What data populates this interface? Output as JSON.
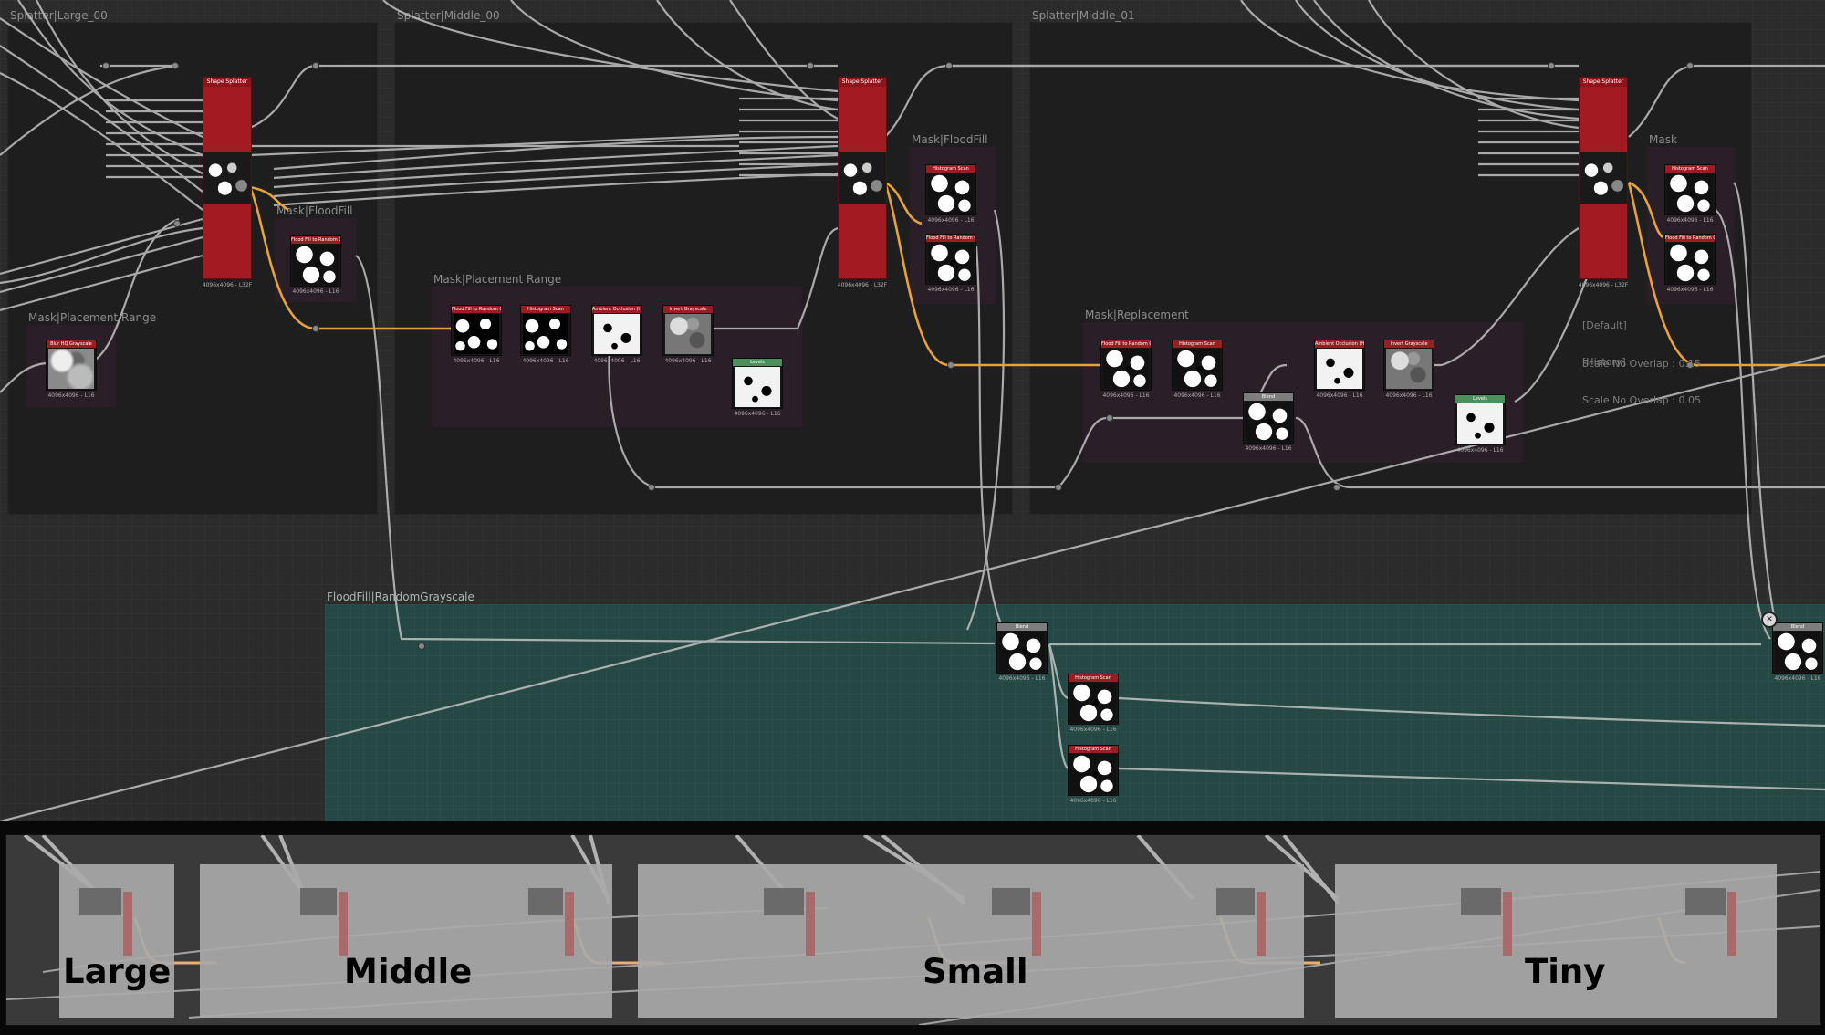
{
  "frames": {
    "splatter_large": "Splatter|Large_00",
    "splatter_middle_00": "Splatter|Middle_00",
    "splatter_middle_01": "Splatter|Middle_01",
    "floodfill_random": "FloodFill|RandomGrayscale"
  },
  "subframes": {
    "mask_floodfill_1": "Mask|FloodFill",
    "mask_floodfill_2": "Mask|FloodFill",
    "mask_placement_range_1": "Mask|Placement Range",
    "mask_placement_range_2": "Mask|Placement Range",
    "mask_replacement": "Mask|Replacement",
    "mask_3": "Mask"
  },
  "nodes": {
    "shape_splitter": "Shape Splatter",
    "flood_fill_random": "Flood Fill to Random Gr...",
    "histogram_scan": "Histogram Scan",
    "ambient_occlusion": "Ambient Occlusion (HB...",
    "invert_grayscale": "Invert Grayscale",
    "levels": "Levels",
    "blend": "Blend",
    "blur_hq": "Blur HQ Grayscale",
    "res_16": "4096x4096 - L16",
    "res_32": "4096x4096 - L32F"
  },
  "comments": {
    "default_label": "[Default]",
    "default_value": "Scale No Overlap : 0.15",
    "history_label": "[History]",
    "history_value": "Scale No Overlap : 0.05"
  },
  "minimap": {
    "large": "Large",
    "middle": "Middle",
    "small": "Small",
    "tiny": "Tiny"
  },
  "colors": {
    "splitter_red": "#a31b22",
    "highlight_wire": "#e8a23a",
    "wire": "#bdbdbd",
    "floodfill_frame": "#254845"
  }
}
